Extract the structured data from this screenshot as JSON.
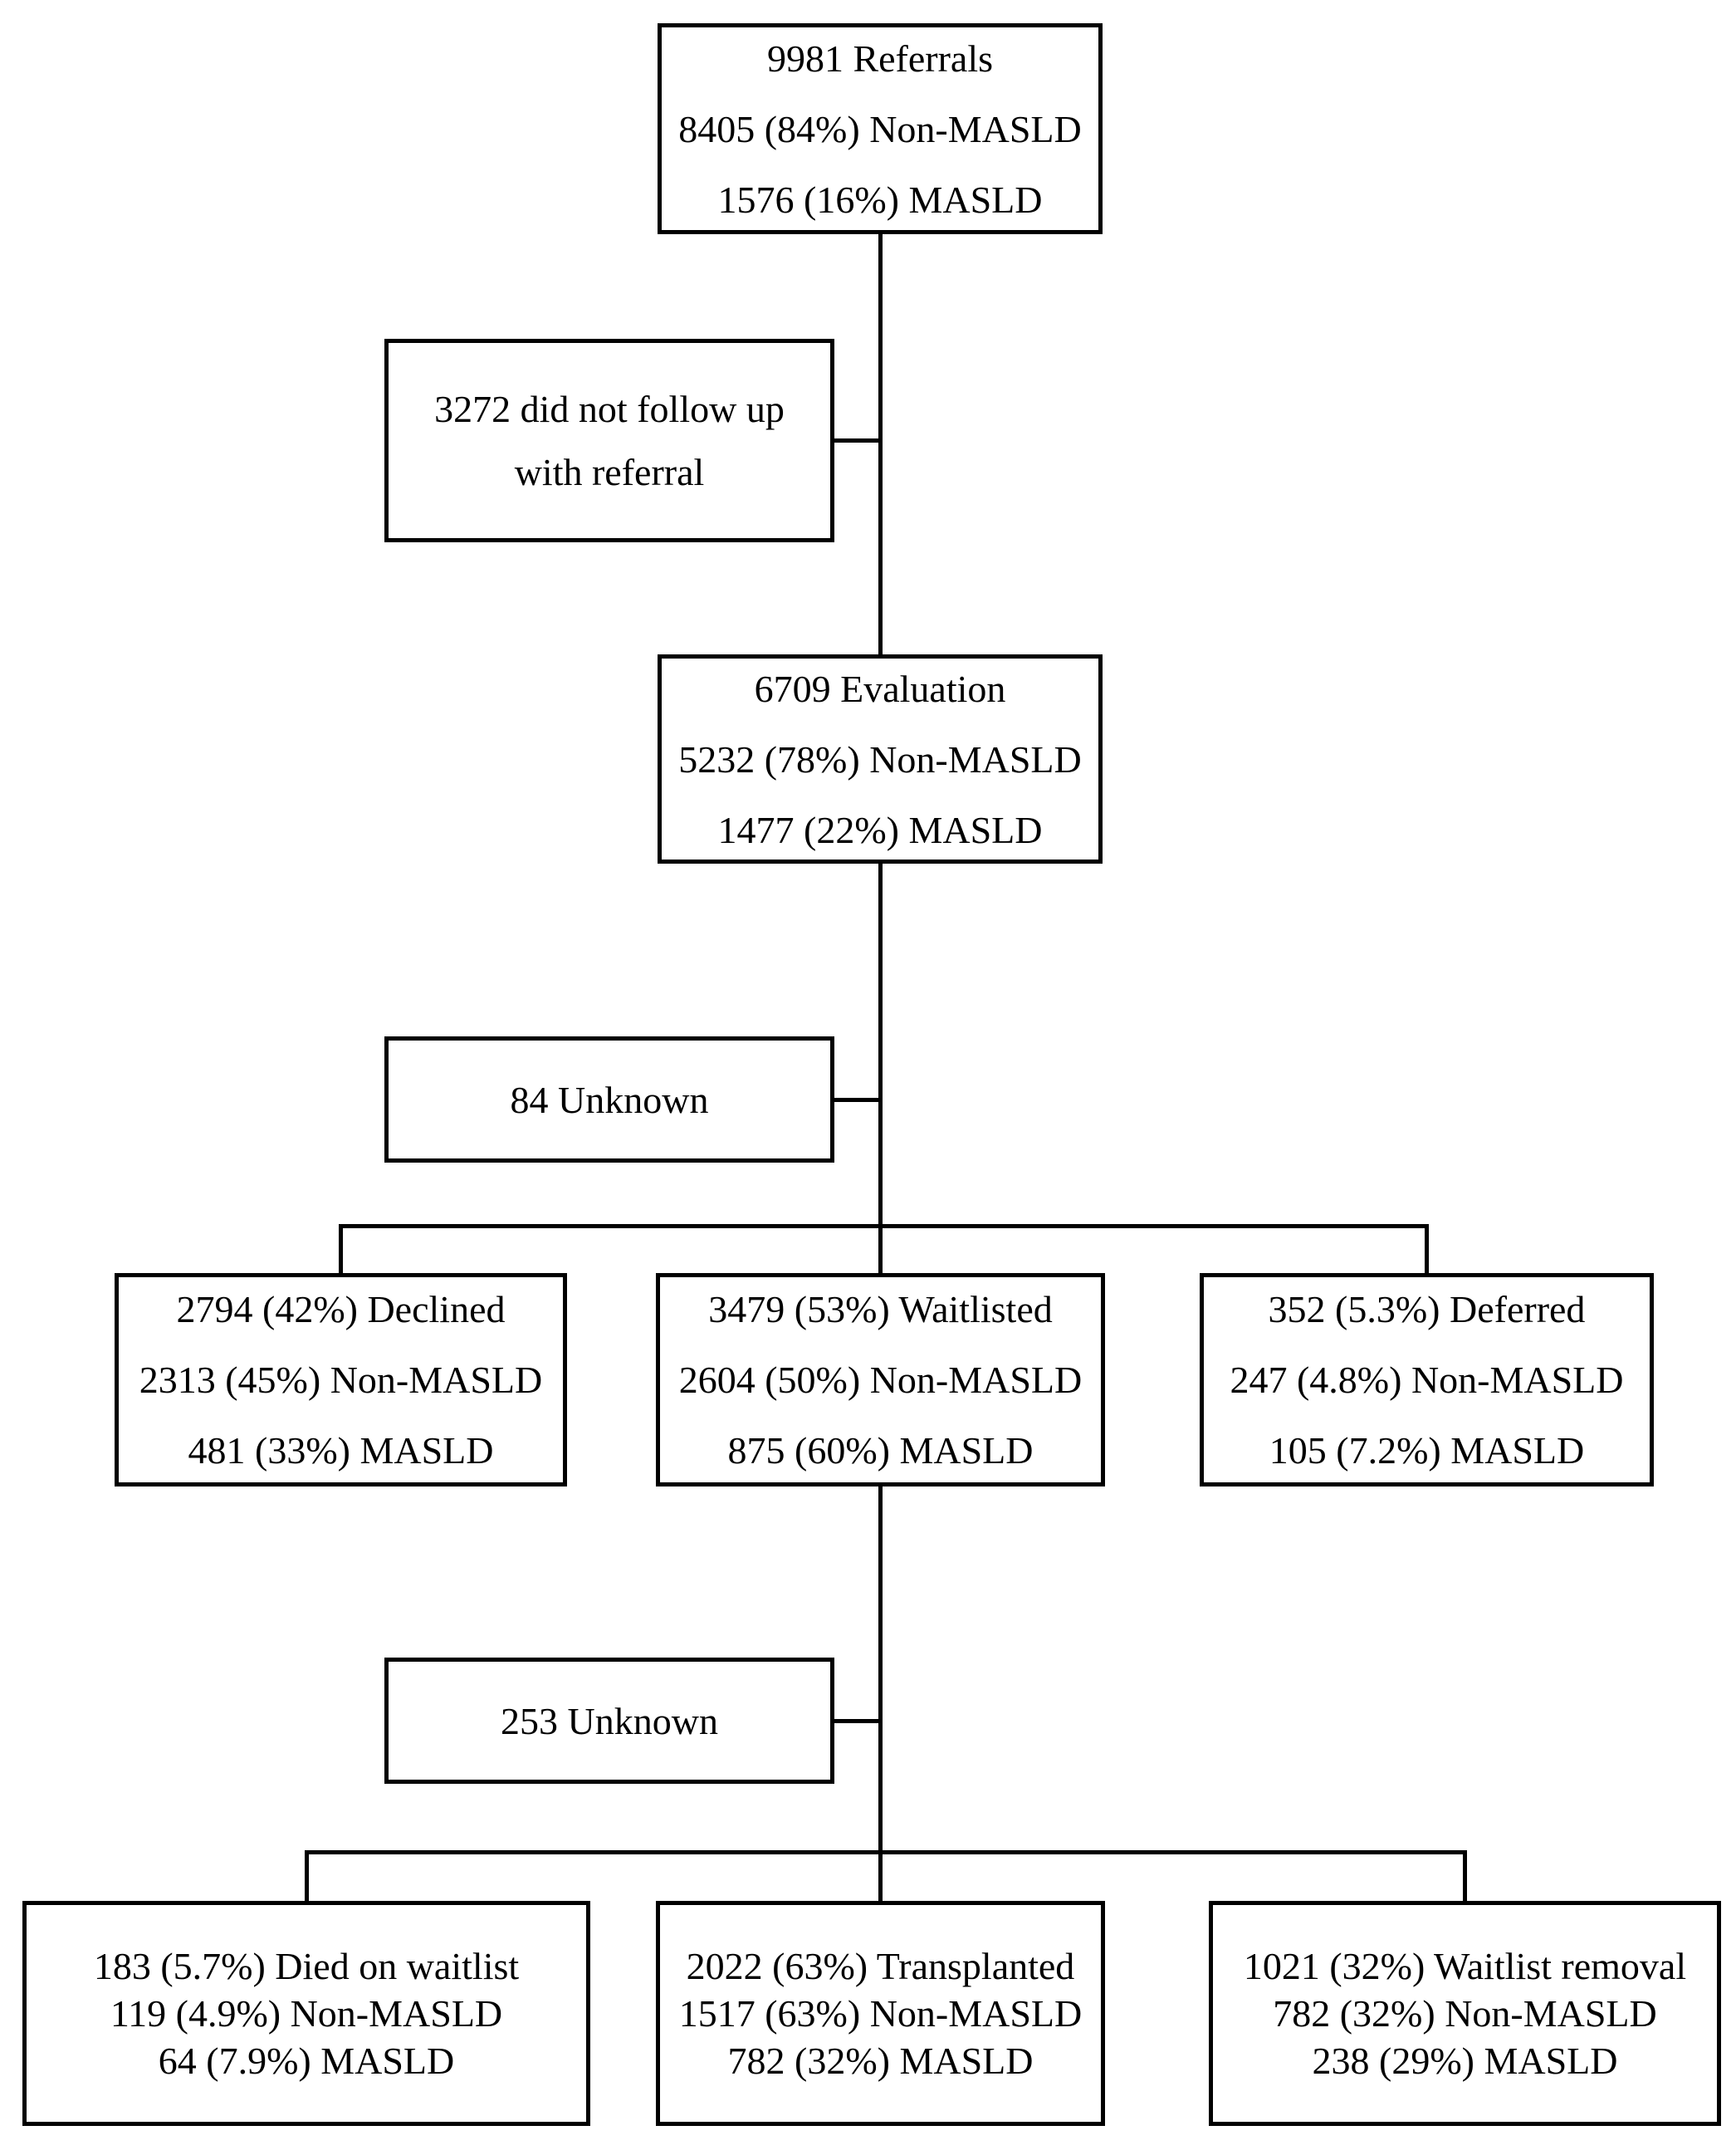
{
  "figure": {
    "type": "patient-flow-diagram",
    "background_color": "#ffffff",
    "line_color": "#000000",
    "text_color": "#000000"
  },
  "boxes": {
    "referrals": {
      "lines": [
        "9981 Referrals",
        "8405 (84%) Non-MASLD",
        "1576 (16%) MASLD"
      ]
    },
    "no_follow_up": {
      "lines": [
        "3272 did not follow up",
        "with referral"
      ]
    },
    "evaluation": {
      "lines": [
        "6709 Evaluation",
        "5232 (78%) Non-MASLD",
        "1477 (22%) MASLD"
      ]
    },
    "unknown_84": {
      "lines": [
        "84 Unknown"
      ]
    },
    "declined": {
      "lines": [
        "2794 (42%) Declined",
        "2313 (45%) Non-MASLD",
        "481 (33%) MASLD"
      ]
    },
    "waitlisted": {
      "lines": [
        "3479 (53%) Waitlisted",
        "2604 (50%) Non-MASLD",
        "875 (60%) MASLD"
      ]
    },
    "deferred": {
      "lines": [
        "352 (5.3%) Deferred",
        "247 (4.8%) Non-MASLD",
        "105 (7.2%) MASLD"
      ]
    },
    "unknown_253": {
      "lines": [
        "253 Unknown"
      ]
    },
    "died_on_waitlist": {
      "lines": [
        "183 (5.7%) Died on waitlist",
        "119 (4.9%) Non-MASLD",
        "64 (7.9%) MASLD"
      ]
    },
    "transplanted": {
      "lines": [
        "2022 (63%) Transplanted",
        "1517 (63%) Non-MASLD",
        "782 (32%) MASLD"
      ]
    },
    "waitlist_removal": {
      "lines": [
        "1021 (32%) Waitlist removal",
        "782 (32%) Non-MASLD",
        "238 (29%) MASLD"
      ]
    }
  }
}
